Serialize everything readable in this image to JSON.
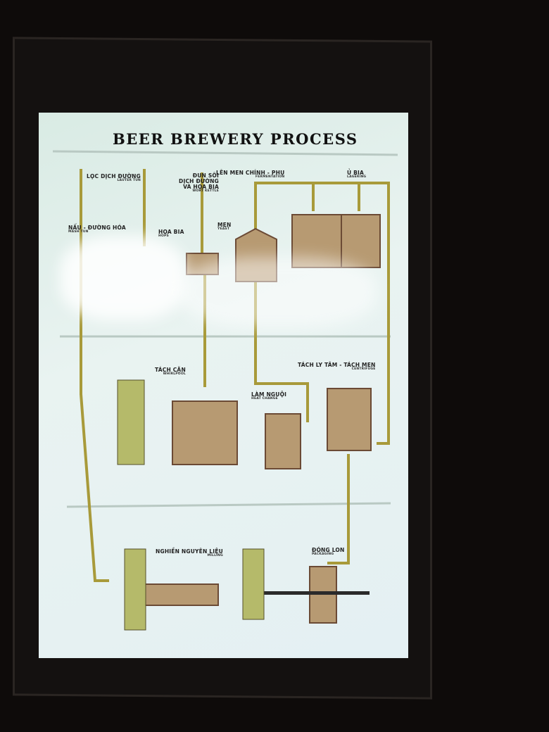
{
  "title": "BEER BREWERY PROCESS",
  "steps": [
    {
      "name": "NẤU - ĐƯỜNG HÓA",
      "sub": "MASH TUN"
    },
    {
      "name": "LỌC DỊCH ĐƯỜNG",
      "sub": "LAUTER TUN"
    },
    {
      "name": "HOA BIA",
      "sub": "HOPS"
    },
    {
      "name": "ĐUN SÔI DỊCH ĐƯỜNG VÀ HOA BIA",
      "sub": "WORT KETTLE"
    },
    {
      "name": "MEN",
      "sub": "YEAST"
    },
    {
      "name": "LÊN MEN CHÍNH - PHỤ",
      "sub": "FERMENTATION"
    },
    {
      "name": "Ủ BIA",
      "sub": "LAGERING"
    },
    {
      "name": "TÁCH CẶN",
      "sub": "WHIRLPOOL"
    },
    {
      "name": "LÀM NGUỘI",
      "sub": "HEAT CHANGE"
    },
    {
      "name": "TÁCH LY TÂM - TÁCH MEN",
      "sub": "CENTRIFUGE"
    },
    {
      "name": "NGHIỀN NGUYÊN LIỆU",
      "sub": "MILLING"
    },
    {
      "name": "ĐÓNG LON",
      "sub": "PACKAGING"
    }
  ],
  "colors": {
    "pipe": "#a89a3a",
    "tank": "#b79a72",
    "dark": "#6b4a35"
  }
}
